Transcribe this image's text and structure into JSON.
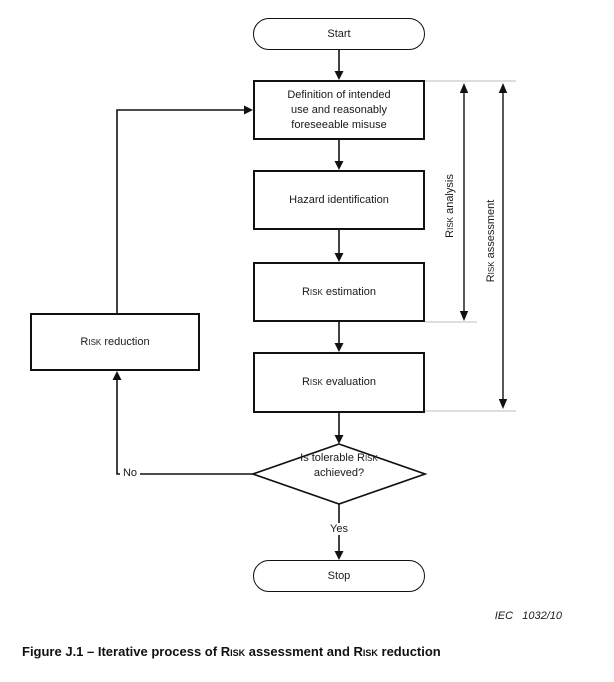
{
  "palette": {
    "line_color": "#111111",
    "tick_color": "#c9c9c9",
    "text_color": "#1a1a1a",
    "background": "#ffffff"
  },
  "flowchart": {
    "start": {
      "label": "Start"
    },
    "definition": {
      "lines": [
        "Definition of intended",
        "use and reasonably",
        "foreseeable misuse"
      ]
    },
    "hazard": {
      "label": "Hazard identification"
    },
    "estimation": {
      "segments": [
        {
          "sc": true,
          "text": "Risk"
        },
        {
          "text": " estimation"
        }
      ]
    },
    "evaluation": {
      "segments": [
        {
          "sc": true,
          "text": "Risk"
        },
        {
          "text": " evaluation"
        }
      ]
    },
    "reduction": {
      "segments": [
        {
          "sc": true,
          "text": "Risk"
        },
        {
          "text": " reduction"
        }
      ]
    },
    "decision": {
      "line1_segments": [
        {
          "text": "Is tolerable "
        },
        {
          "sc": true,
          "text": "Risk"
        }
      ],
      "line2": "achieved?"
    },
    "yes_label": "Yes",
    "no_label": "No",
    "stop": {
      "label": "Stop"
    },
    "brackets": {
      "analysis": {
        "segments": [
          {
            "sc": true,
            "text": "Risk"
          },
          {
            "text": " analysis"
          }
        ]
      },
      "assessment": {
        "segments": [
          {
            "sc": true,
            "text": "Risk"
          },
          {
            "text": " assessment"
          }
        ]
      }
    }
  },
  "footer": {
    "doc_ref": "IEC   1032/10",
    "caption_segments": [
      {
        "text": "Figure J.1 – Iterative process of "
      },
      {
        "sc": true,
        "text": "Risk"
      },
      {
        "text": " assessment and "
      },
      {
        "sc": true,
        "text": "Risk"
      },
      {
        "text": " reduction"
      }
    ]
  }
}
